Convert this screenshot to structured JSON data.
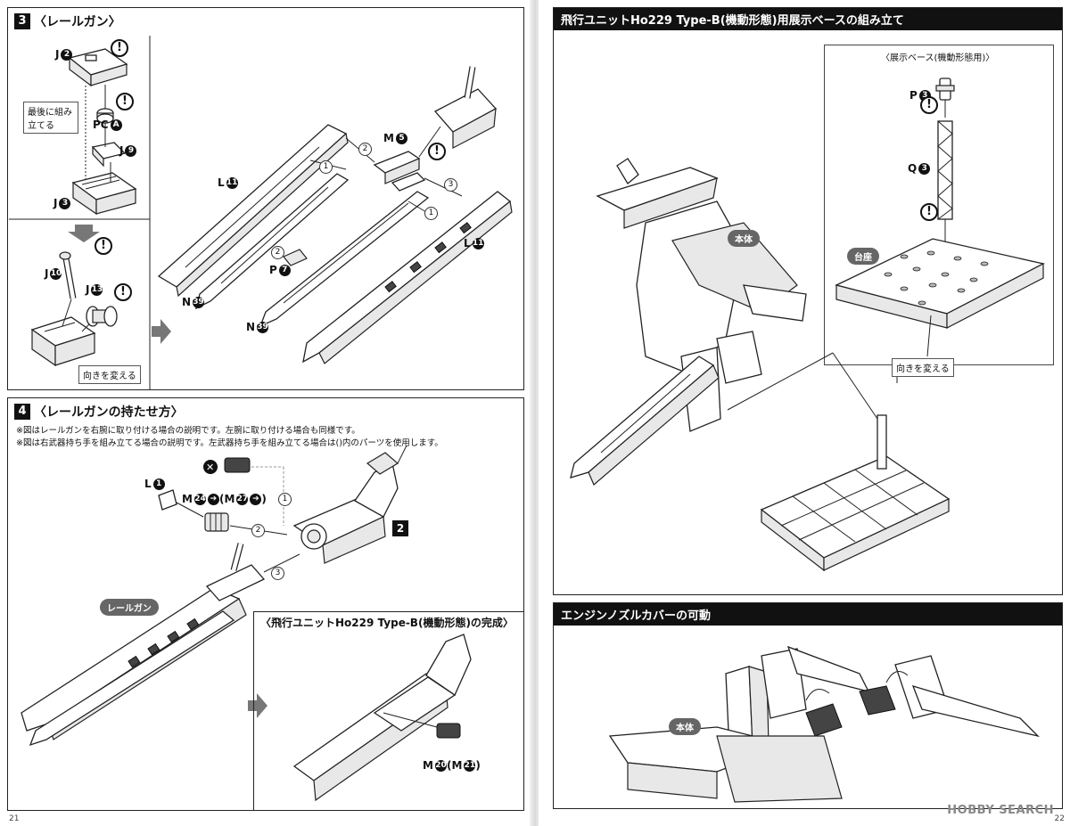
{
  "left_page": {
    "step3": {
      "number": "3",
      "title": "〈レールガン〉",
      "labels": {
        "j2": "J",
        "j2_num": "2",
        "pca": "PC",
        "pca_num": "A",
        "j9": "J",
        "j9_num": "9",
        "j3": "J",
        "j3_num": "3",
        "j10": "J",
        "j10_num": "10",
        "j13": "J",
        "j13_num": "13",
        "m5": "M",
        "m5_num": "5",
        "l11a": "L",
        "l11a_num": "11",
        "l11b": "L",
        "l11b_num": "11",
        "p7": "P",
        "p7_num": "7",
        "n39a": "N",
        "n39a_num": "39",
        "n39b": "N",
        "n39b_num": "39"
      },
      "note_last": "最後に組み\n立てる",
      "note_turn": "向きを変える",
      "seq": [
        "1",
        "2",
        "3"
      ]
    },
    "step4": {
      "number": "4",
      "title": "〈レールガンの持たせ方〉",
      "note1": "※図はレールガンを右腕に取り付ける場合の説明です。左腕に取り付ける場合も同様です。",
      "note2": "※図は右武器持ち手を組み立てる場合の説明です。左武器持ち手を組み立てる場合は()内のパーツを使用します。",
      "labels": {
        "l1": "L",
        "l1_num": "1",
        "m24": "M",
        "m24_num": "24",
        "m27_open": "(M",
        "m27_num": "27",
        "m27_close": ")",
        "box2": "2",
        "m20": "M",
        "m20_num": "20",
        "m21_open": "(M",
        "m21_num": "21",
        "m21_close": ")"
      },
      "railgun_pill": "レールガン",
      "complete_title": "〈飛行ユニットHo229 Type-B(機動形態)の完成〉",
      "seq": [
        "1",
        "2",
        "3"
      ]
    },
    "page_number": "21"
  },
  "right_page": {
    "section1": {
      "title": "飛行ユニットHo229 Type-B(機動形態)用展示ベースの組み立て",
      "base_label": "〈展示ベース(機動形態用)〉",
      "p3": "P",
      "p3_num": "3",
      "q3": "Q",
      "q3_num": "3",
      "body_pill": "本体",
      "stand_pill": "台座",
      "turn_note": "向きを変える"
    },
    "section2": {
      "title": "エンジンノズルカバーの可動",
      "body_pill": "本体"
    },
    "page_number": "22",
    "watermark": "HOBBY SEARCH"
  }
}
